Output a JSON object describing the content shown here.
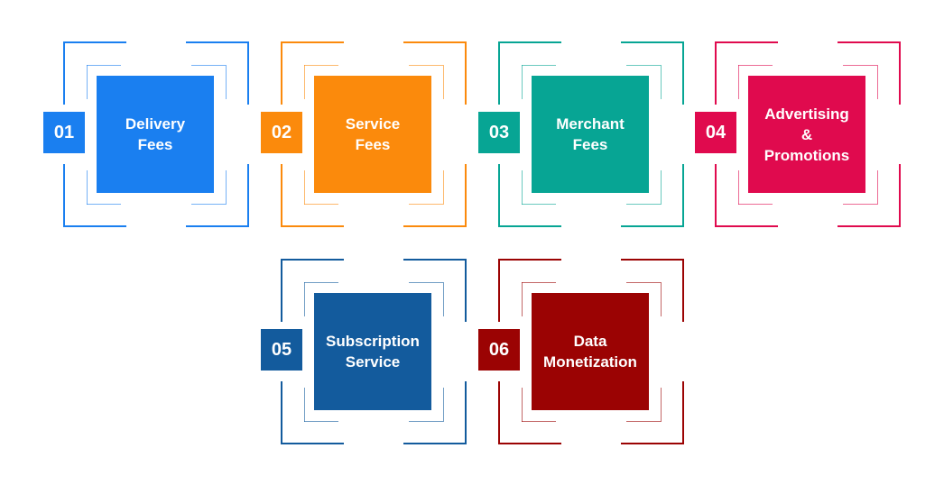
{
  "items": [
    {
      "number": "01",
      "label": "Delivery\nFees",
      "color": "#1a7ff0"
    },
    {
      "number": "02",
      "label": "Service\nFees",
      "color": "#fb8a0c"
    },
    {
      "number": "03",
      "label": "Merchant\nFees",
      "color": "#07a594"
    },
    {
      "number": "04",
      "label": "Advertising\n&\nPromotions",
      "color": "#e00a4e"
    },
    {
      "number": "05",
      "label": "Subscription\nService",
      "color": "#135b9d"
    },
    {
      "number": "06",
      "label": "Data\nMonetization",
      "color": "#9b0303"
    }
  ]
}
